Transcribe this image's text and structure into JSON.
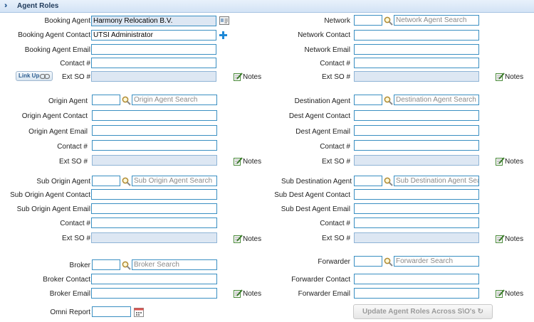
{
  "header": {
    "title": "Agent Roles"
  },
  "booking": {
    "agent_label": "Booking Agent",
    "agent_value": "Harmony Relocation B.V.",
    "contact_label": "Booking Agent Contact",
    "contact_value": "UTSI Administrator",
    "email_label": "Booking Agent Email",
    "phone_label": "Contact #",
    "extso_label": "Ext SO #",
    "link_up_label": "Link Up",
    "notes_label": "Notes"
  },
  "network": {
    "agent_label": "Network",
    "search_placeholder": "Network Agent Search",
    "contact_label": "Network Contact",
    "email_label": "Network Email",
    "phone_label": "Contact #",
    "extso_label": "Ext SO #",
    "notes_label": "Notes"
  },
  "origin": {
    "agent_label": "Origin Agent",
    "search_placeholder": "Origin Agent Search",
    "contact_label": "Origin Agent Contact",
    "email_label": "Origin Agent Email",
    "phone_label": "Contact #",
    "extso_label": "Ext SO #",
    "notes_label": "Notes"
  },
  "destination": {
    "agent_label": "Destination Agent",
    "search_placeholder": "Destination Agent Search",
    "contact_label": "Dest Agent Contact",
    "email_label": "Dest Agent Email",
    "phone_label": "Contact #",
    "extso_label": "Ext SO #",
    "notes_label": "Notes"
  },
  "sub_origin": {
    "agent_label": "Sub Origin Agent",
    "search_placeholder": "Sub Origin Agent Search",
    "contact_label": "Sub Origin Agent Contact",
    "email_label": "Sub Origin Agent Email",
    "phone_label": "Contact #",
    "extso_label": "Ext SO #",
    "notes_label": "Notes"
  },
  "sub_destination": {
    "agent_label": "Sub Destination Agent",
    "search_placeholder": "Sub Destination Agent Search",
    "contact_label": "Sub Dest Agent Contact",
    "email_label": "Sub Dest Agent Email",
    "phone_label": "Contact #",
    "extso_label": "Ext SO #",
    "notes_label": "Notes"
  },
  "broker": {
    "agent_label": "Broker",
    "search_placeholder": "Broker Search",
    "contact_label": "Broker Contact",
    "email_label": "Broker Email",
    "notes_label": "Notes"
  },
  "forwarder": {
    "agent_label": "Forwarder",
    "search_placeholder": "Forwarder Search",
    "contact_label": "Forwarder Contact",
    "email_label": "Forwarder Email",
    "notes_label": "Notes"
  },
  "omni": {
    "label": "Omni Report"
  },
  "update_button_label": "Update Agent Roles Across S\\O's",
  "icons": {
    "search": "magnifier-icon",
    "notes": "notes-pencil-icon",
    "add": "plus-icon",
    "card": "contact-card-icon",
    "calendar": "calendar-icon",
    "link": "chain-link-icon",
    "refresh": "refresh-icon"
  },
  "colors": {
    "input_border": "#3a8fc2",
    "disabled_fill": "#dde7f3",
    "header_text": "#1f3a5a"
  }
}
